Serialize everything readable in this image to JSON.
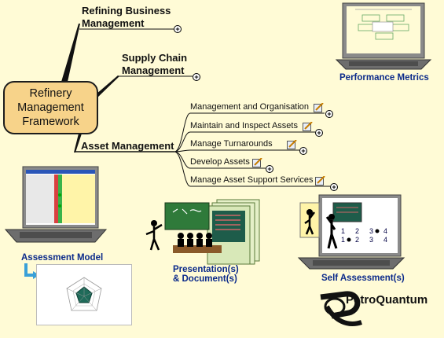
{
  "root": {
    "line1": "Refinery",
    "line2": "Management",
    "line3": "Framework"
  },
  "branches": [
    {
      "line1": "Refining Business",
      "line2": "Management"
    },
    {
      "line1": "Supply Chain",
      "line2": "Management"
    },
    {
      "line1": "Asset Management",
      "line2": ""
    }
  ],
  "asset_items": [
    "Management and Organisation",
    "Maintain and Inspect Assets",
    "Manage Turnarounds",
    "Develop Assets",
    "Manage Asset Support Services"
  ],
  "captions": {
    "performance": "Performance Metrics",
    "assessment": "Assessment Model",
    "presentation_1": "Presentation(s)",
    "presentation_2": "& Document(s)",
    "self": "Self Assessment(s)"
  },
  "logo": {
    "text": "PetroQuantum"
  },
  "icons": {
    "expand": "plus-circle-icon",
    "note": "note-icon"
  },
  "colors": {
    "background": "#fffbd6",
    "root_fill": "#f7d38a",
    "caption": "#0b2a8a"
  }
}
